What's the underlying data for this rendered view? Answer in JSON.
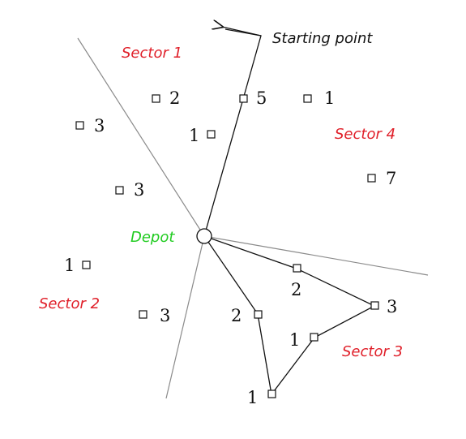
{
  "diagram": {
    "depot_label": "Depot",
    "starting_point_label": "Starting point",
    "sectors": [
      {
        "label": "Sector 1"
      },
      {
        "label": "Sector 2"
      },
      {
        "label": "Sector 3"
      },
      {
        "label": "Sector 4"
      }
    ],
    "customers": [
      {
        "demand": "2"
      },
      {
        "demand": "5"
      },
      {
        "demand": "1"
      },
      {
        "demand": "3"
      },
      {
        "demand": "1"
      },
      {
        "demand": "7"
      },
      {
        "demand": "3"
      },
      {
        "demand": "1"
      },
      {
        "demand": "3"
      },
      {
        "demand": "2"
      },
      {
        "demand": "2"
      },
      {
        "demand": "3"
      },
      {
        "demand": "1"
      },
      {
        "demand": "1"
      }
    ],
    "colors": {
      "sector_label": "#e0202a",
      "depot_label": "#22cc22",
      "route": "#111111",
      "divider": "#8a8a8a"
    }
  }
}
